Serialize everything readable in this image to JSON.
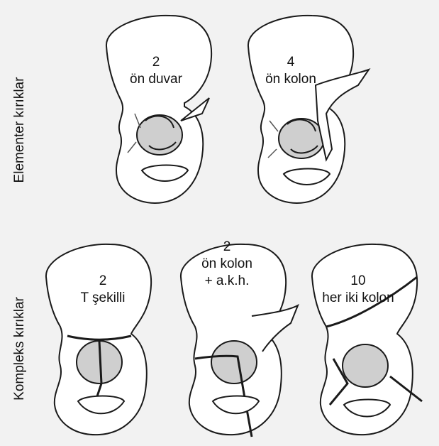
{
  "rows": [
    {
      "label": "Elementer kırıklar",
      "panels": [
        {
          "number": "2",
          "lines": [
            "ön duvar"
          ]
        },
        {
          "number": "4",
          "lines": [
            "ön kolon"
          ]
        }
      ]
    },
    {
      "label": "Kompleks kırıklar",
      "panels": [
        {
          "number": "2",
          "lines": [
            "T şekilli"
          ]
        },
        {
          "number": "2",
          "lines": [
            "ön kolon",
            "+ a.k.h."
          ]
        },
        {
          "number": "10",
          "lines": [
            "her iki kolon"
          ]
        }
      ]
    }
  ],
  "colors": {
    "background": "#f2f2f2",
    "bone_fill": "#ffffff",
    "ink": "#1a1a1a"
  }
}
